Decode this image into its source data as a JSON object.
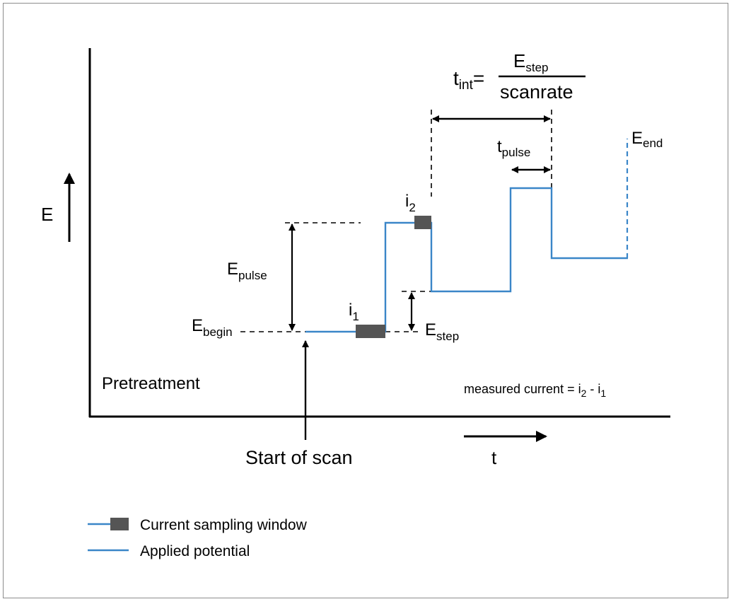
{
  "axes": {
    "y_label": "E",
    "x_label": "t"
  },
  "labels": {
    "e_begin": {
      "main": "E",
      "sub": "begin"
    },
    "e_pulse": {
      "main": "E",
      "sub": "pulse"
    },
    "e_step": {
      "main": "E",
      "sub": "step"
    },
    "e_end": {
      "main": "E",
      "sub": "end"
    },
    "i1": {
      "main": "i",
      "sub": "1"
    },
    "i2": {
      "main": "i",
      "sub": "2"
    },
    "t_pulse": {
      "main": "t",
      "sub": "pulse"
    },
    "t_int": {
      "main": "t",
      "sub": "int",
      "equals": "=",
      "numerator_main": "E",
      "numerator_sub": "step",
      "denominator": "scanrate"
    },
    "pretreatment": "Pretreatment",
    "start_of_scan": "Start of scan",
    "measured_current": {
      "prefix": "measured current = i",
      "sub1": "2",
      "mid": " - i",
      "sub2": "1"
    }
  },
  "legend": {
    "items": [
      {
        "label": "Current sampling window"
      },
      {
        "label": "Applied potential"
      }
    ]
  },
  "colors": {
    "potential_line": "#3a86c8",
    "sampling_window": "#555555",
    "axis": "#000000",
    "frame": "#8c8c8c"
  }
}
